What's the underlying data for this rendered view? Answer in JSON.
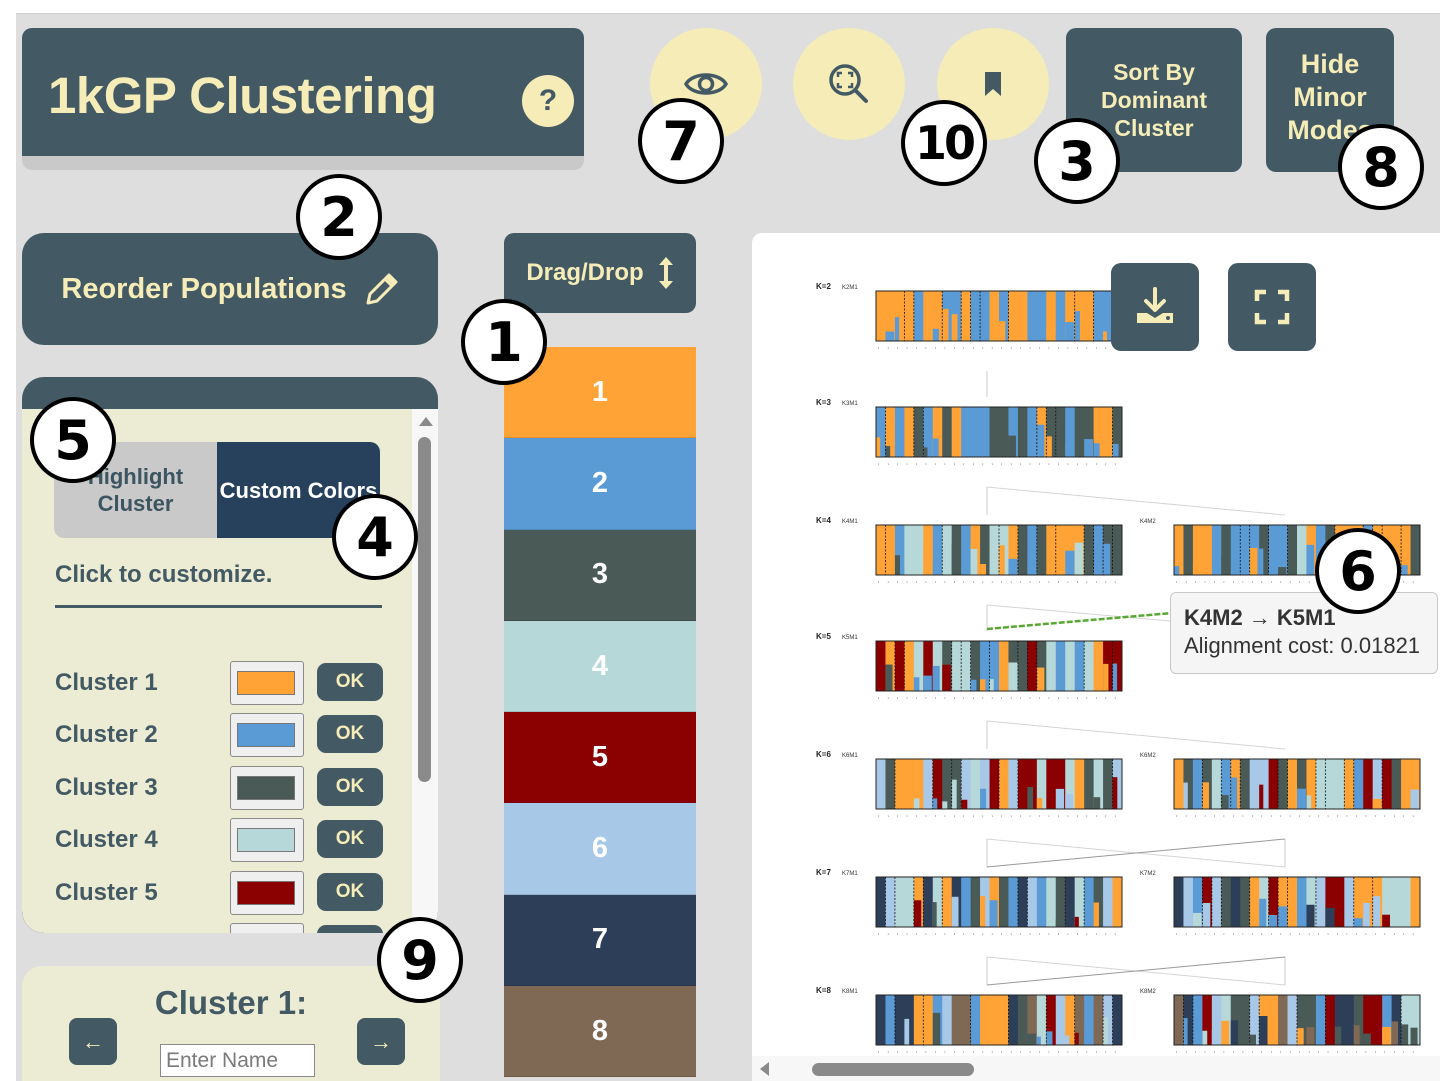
{
  "app": {
    "title": "1kGP Clustering",
    "help_label": "?"
  },
  "toolbar": {
    "view_icon": "eye-icon",
    "focus_icon": "zoom-focus-icon",
    "bookmark_icon": "bookmark-icon",
    "sort_label": "Sort By Dominant Cluster",
    "hide_label": "Hide Minor Modes",
    "hide_label_visible": "Hide Minor Mode"
  },
  "reorder": {
    "label": "Reorder Populations",
    "icon": "pencil-icon"
  },
  "customize": {
    "tabs": [
      {
        "label": "Highlight Cluster",
        "active": false
      },
      {
        "label": "Custom Colors",
        "active": true
      }
    ],
    "hint": "Click to customize.",
    "ok_label": "OK",
    "clusters": [
      {
        "label": "Cluster 1",
        "color": "#ffa336"
      },
      {
        "label": "Cluster 2",
        "color": "#5b9bd5"
      },
      {
        "label": "Cluster 3",
        "color": "#4a5a56"
      },
      {
        "label": "Cluster 4",
        "color": "#b6d8d8"
      },
      {
        "label": "Cluster 5",
        "color": "#8b0000"
      }
    ]
  },
  "cluster_name": {
    "title": "Cluster 1:",
    "prev_label": "←",
    "next_label": "→",
    "input_placeholder": "Enter Name",
    "input_value": ""
  },
  "drag_drop": {
    "label": "Drag/Drop",
    "icon": "vertical-arrows-icon",
    "items": [
      {
        "label": "1",
        "color": "#ffa336"
      },
      {
        "label": "2",
        "color": "#5b9bd5"
      },
      {
        "label": "3",
        "color": "#4a5a56"
      },
      {
        "label": "4",
        "color": "#b6d8d8"
      },
      {
        "label": "5",
        "color": "#8b0000"
      },
      {
        "label": "6",
        "color": "#a8c8e8"
      },
      {
        "label": "7",
        "color": "#2d3f58"
      },
      {
        "label": "8",
        "color": "#7f6854"
      }
    ]
  },
  "chart": {
    "download_icon": "download-icon",
    "fullscreen_icon": "fullscreen-icon",
    "tooltip": {
      "title": "K4M2 → K5M1",
      "text": "Alignment cost: 0.01821"
    }
  },
  "chart_data": {
    "type": "bar",
    "title": "",
    "description": "Stacked admixture (structure) plots per K value with modes, connected by alignment edges",
    "rows": [
      {
        "k_label": "K=2",
        "modes": [
          "K2M1"
        ],
        "clusters": 2
      },
      {
        "k_label": "K=3",
        "modes": [
          "K3M1"
        ],
        "clusters": 3
      },
      {
        "k_label": "K=4",
        "modes": [
          "K4M1",
          "K4M2"
        ],
        "clusters": 4
      },
      {
        "k_label": "K=5",
        "modes": [
          "K5M1"
        ],
        "clusters": 5
      },
      {
        "k_label": "K=6",
        "modes": [
          "K6M1",
          "K6M2"
        ],
        "clusters": 6
      },
      {
        "k_label": "K=7",
        "modes": [
          "K7M1",
          "K7M2"
        ],
        "clusters": 7
      },
      {
        "k_label": "K=8",
        "modes": [
          "K8M1",
          "K8M2"
        ],
        "clusters": 8
      }
    ],
    "highlighted_edge": {
      "from": "K4M2",
      "to": "K5M1",
      "alignment_cost": 0.01821
    },
    "cluster_colors": [
      "#ffa336",
      "#5b9bd5",
      "#4a5a56",
      "#b6d8d8",
      "#8b0000",
      "#a8c8e8",
      "#2d3f58",
      "#7f6854"
    ]
  },
  "callouts": [
    "1",
    "2",
    "3",
    "4",
    "5",
    "6",
    "7",
    "8",
    "9",
    "10"
  ]
}
